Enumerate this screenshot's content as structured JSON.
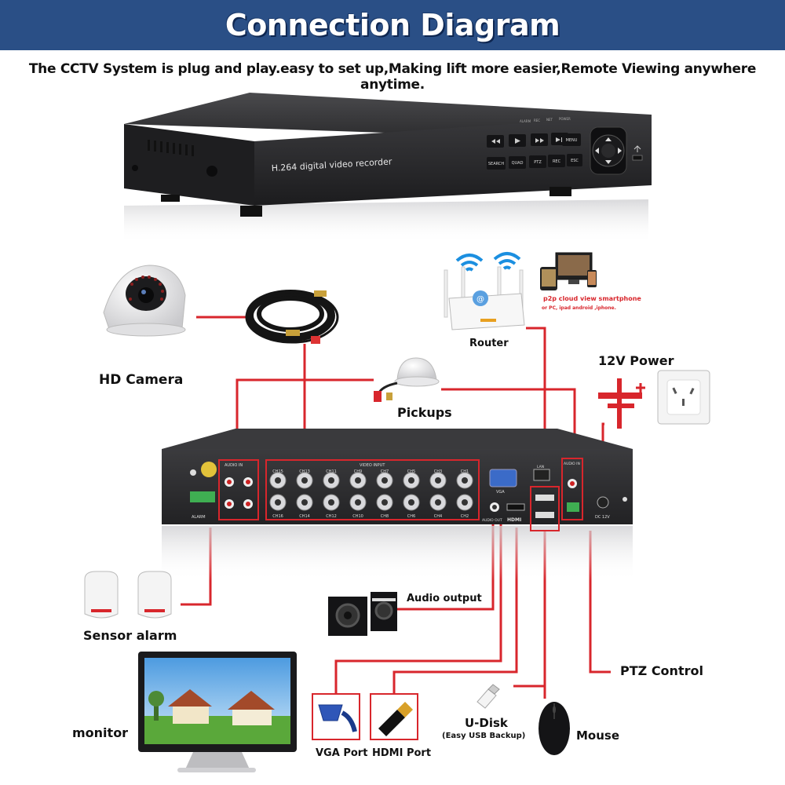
{
  "header": {
    "title": "Connection Diagram"
  },
  "subtitle": "The CCTV System is plug and play.easy to set up,Making lift more easier,Remote Viewing anywhere anytime.",
  "dvr_front": {
    "brand_text": "H.264 digital video recorder",
    "buttons": [
      "SEARCH",
      "QUAD",
      "PTZ",
      "REC",
      "ESC",
      "MENU"
    ],
    "indicators": [
      "ALARM",
      "REC",
      "NET",
      "POWER"
    ]
  },
  "dvr_back": {
    "audio_in_left": "AUDIO IN",
    "video_input": "VIDEO INPUT",
    "audio_in_right": "AUDIO IN",
    "vga": "VGA",
    "lan": "LAN",
    "hdmi": "HDMI",
    "audio_out": "AUDIO OUT",
    "dc": "DC 12V",
    "alarm": "ALARM",
    "top_channels": [
      "CH15",
      "CH13",
      "CH11",
      "CH9",
      "CH7",
      "CH5",
      "CH3",
      "CH1"
    ],
    "bottom_channels": [
      "CH16",
      "CH14",
      "CH12",
      "CH10",
      "CH8",
      "CH6",
      "CH4",
      "CH2"
    ]
  },
  "labels": {
    "hd_camera": "HD Camera",
    "pickups": "Pickups",
    "router": "Router",
    "power": "12V Power",
    "sensor_alarm": "Sensor alarm",
    "audio_output": "Audio output",
    "ptz_control": "PTZ Control",
    "monitor": "monitor",
    "vga_port": "VGA Port",
    "hdmi_port": "HDMI Port",
    "udisk": "U-Disk",
    "udisk_sub": "(Easy USB Backup)",
    "mouse": "Mouse",
    "p2p_line1": "p2p cloud  view smartphone",
    "p2p_line2": "or PC, ipad android ,iphone."
  },
  "colors": {
    "header_bg": "#2a4f86",
    "wire": "#d8262c",
    "dvr_body": "#2b2b2d"
  }
}
